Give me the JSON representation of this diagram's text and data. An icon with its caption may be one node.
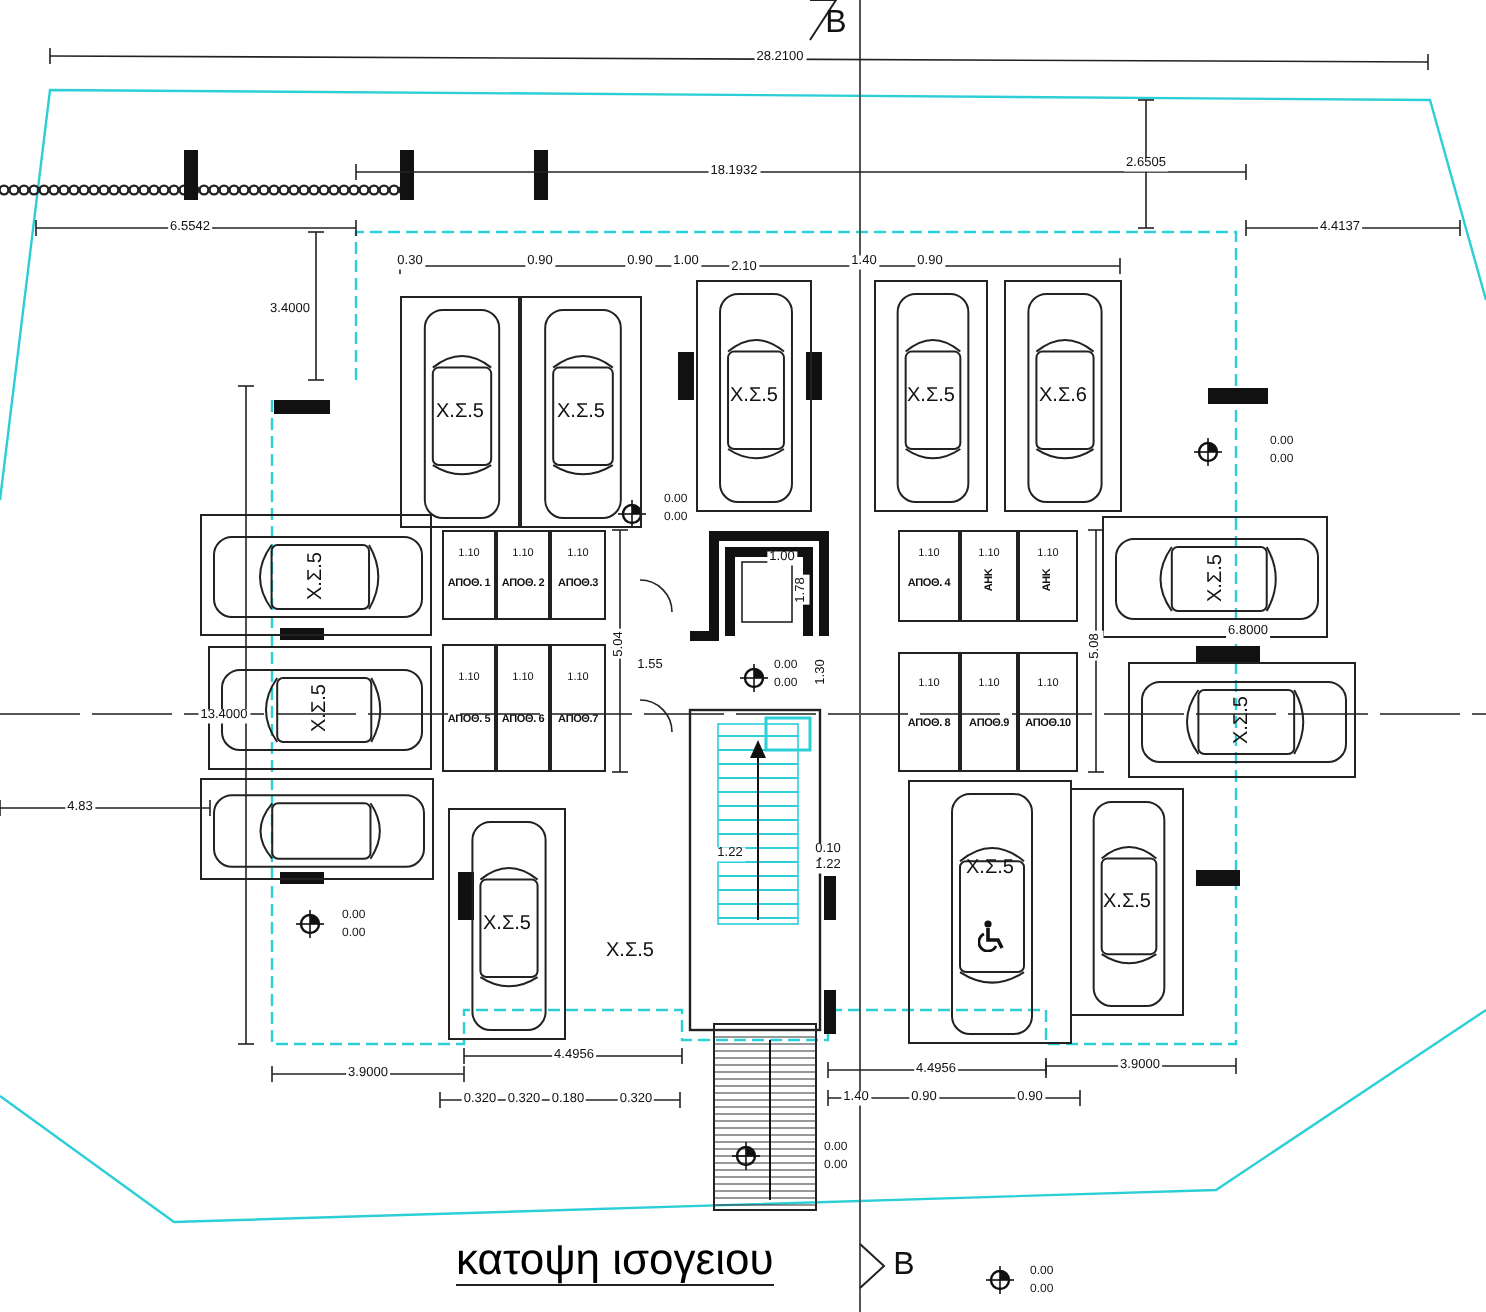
{
  "diagram": {
    "title": "κατοψη ισογειου",
    "nodes": [
      {
        "text": [
          "Χ.Σ.5"
        ]
      },
      {
        "text": [
          "Χ.Σ.5"
        ]
      },
      {
        "text": [
          "Χ.Σ.5"
        ]
      },
      {
        "text": [
          "Χ.Σ.5"
        ]
      },
      {
        "text": [
          "Χ.Σ.6"
        ]
      },
      {
        "text": [
          "Χ.Σ.5"
        ]
      },
      {
        "text": [
          "Χ.Σ.5"
        ]
      },
      {
        "text": [
          "Χ.Σ.5"
        ]
      },
      {
        "text": [
          "Χ.Σ.5"
        ]
      },
      {
        "text": [],
        "shape": "box"
      },
      {
        "text": [
          "Χ.Σ.5"
        ]
      },
      {
        "text": [
          "Χ.Σ.5"
        ]
      },
      {
        "text": [
          "Χ.Σ.5"
        ]
      },
      {
        "text": [
          "1.10",
          "ΑΠΟΘ. 1"
        ]
      },
      {
        "text": [
          "1.10",
          "ΑΠΟΘ. 2"
        ]
      },
      {
        "text": [
          "1.10",
          "ΑΠΟΘ.3"
        ]
      },
      {
        "text": [
          "1.10",
          "ΑΠΟΘ. 4"
        ]
      },
      {
        "text": [
          "1.10",
          "ΑΗΚ"
        ]
      },
      {
        "text": [
          "1.10",
          "ΑΗΚ"
        ]
      },
      {
        "text": [
          "1.10",
          "ΑΠΟΘ. 5"
        ]
      },
      {
        "text": [
          "1.10",
          "ΑΠΟΘ. 6"
        ]
      },
      {
        "text": [
          "1.10",
          "ΑΠΟΘ.7"
        ]
      },
      {
        "text": [
          "1.10",
          "ΑΠΟΘ. 8"
        ]
      },
      {
        "text": [
          "1.10",
          "ΑΠΟΘ.9"
        ]
      },
      {
        "text": [
          "1.10",
          "ΑΠΟΘ.10"
        ]
      }
    ],
    "labels": [
      "Β",
      "28.2100",
      "18.1932",
      "2.6505",
      "6.5542",
      "4.4137",
      "0.30",
      "0.90",
      "0.90",
      "1.00",
      "2.10",
      "1.40",
      "0.90",
      "3.4000",
      "0.00",
      "0.00",
      "0.00",
      "0.00",
      "1.00",
      "1.78",
      "5.04",
      "5.08",
      "6.8000",
      "1.55",
      "0.00",
      "0.00",
      "1.30",
      "13.4000",
      "4.83",
      "1.22",
      "0.10",
      "1.22",
      "0.00",
      "0.00",
      "Χ.Σ.5",
      "4.4956",
      "4.4956",
      "3.9000",
      "3.9000",
      "0.320",
      "0.320",
      "0.180",
      "0.320",
      "1.40",
      "0.90",
      "0.90",
      "0.00",
      "0.00",
      "Β",
      "0.00",
      "0.00"
    ]
  }
}
